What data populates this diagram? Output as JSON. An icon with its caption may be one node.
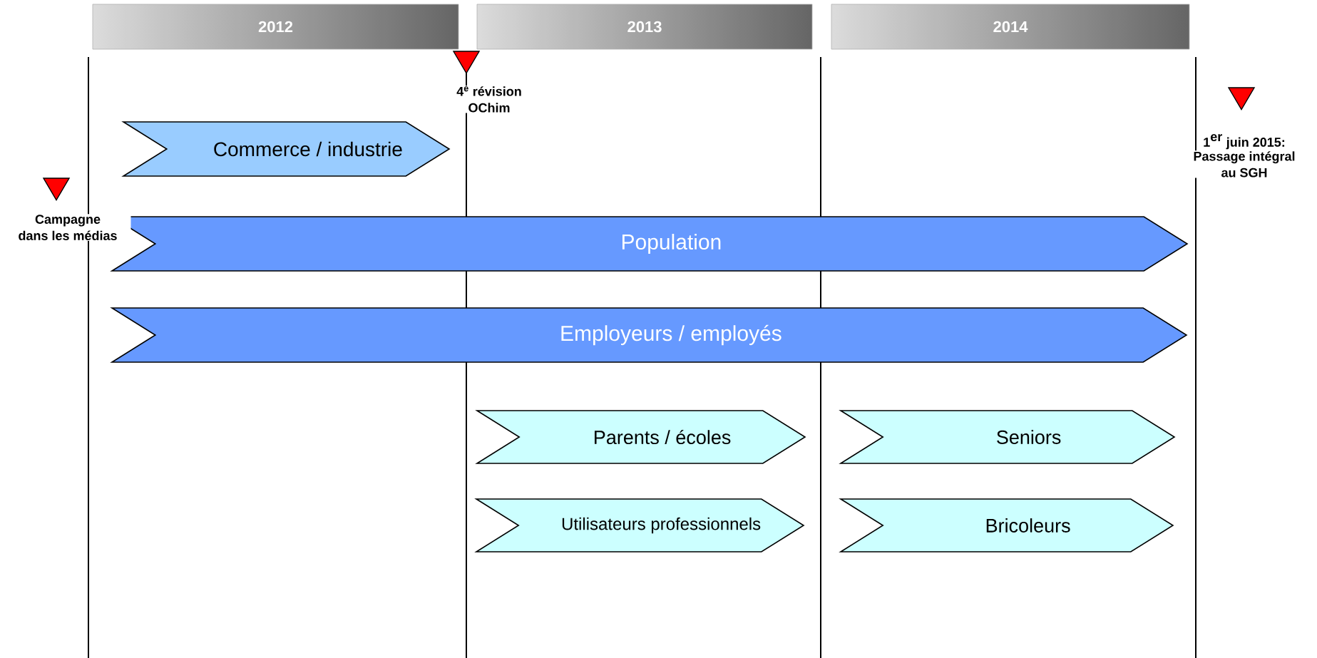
{
  "diagram": {
    "nodes": [
      {
        "text": [
          "2012"
        ]
      },
      {
        "text": [
          "2013"
        ]
      },
      {
        "text": [
          "2014"
        ]
      },
      {
        "text": [
          "Commerce / industrie"
        ]
      },
      {
        "text": [
          "Population"
        ]
      },
      {
        "text": [
          "Employeurs / employés"
        ]
      },
      {
        "text": [
          "Parents / écoles"
        ]
      },
      {
        "text": [
          "Seniors"
        ]
      },
      {
        "text": [
          "Utilisateurs professionnels"
        ]
      },
      {
        "text": [
          "Bricoleurs"
        ]
      }
    ],
    "edges": [],
    "labels": [
      "4$^{e}$ révision OChim",
      "\\textbf{1}^{\\textbf{er}}\\textbf{ juin 2015:}",
      "Passage intégral au SGH",
      "Campagne dans les médias"
    ]
  }
}
